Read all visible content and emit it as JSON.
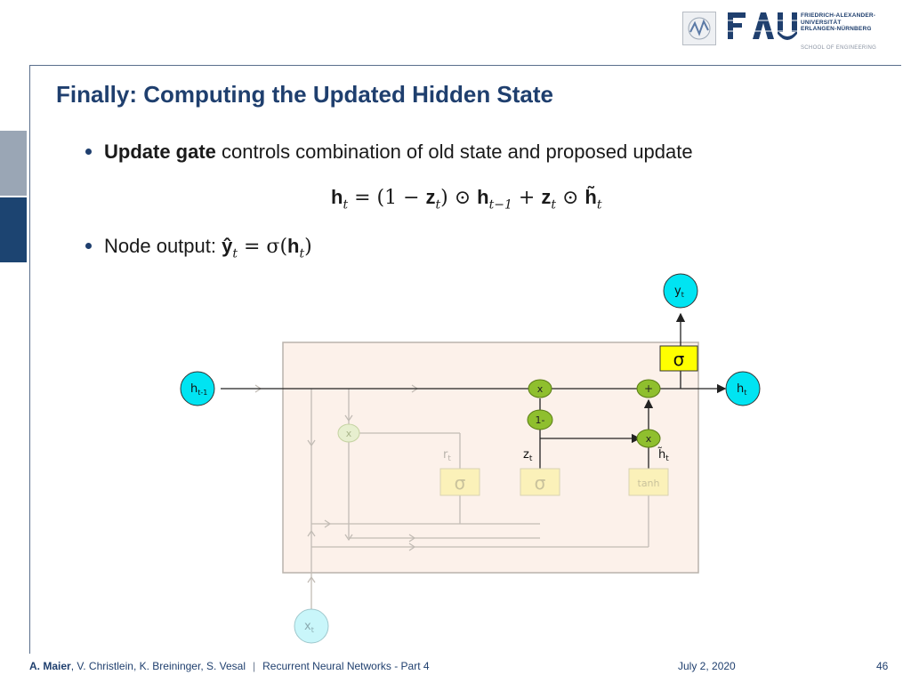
{
  "header": {
    "logo_lines": [
      "FRIEDRICH-ALEXANDER-",
      "UNIVERSITÄT",
      "ERLANGEN-NÜRNBERG"
    ],
    "school": "SCHOOL OF ENGINEERING"
  },
  "slide": {
    "title": "Finally: Computing the Updated Hidden State",
    "bullet1_bold": "Update gate",
    "bullet1_rest": " controls combination of old state and proposed update",
    "bullet2_label": "Node output: "
  },
  "diagram": {
    "h_prev": "h",
    "h_prev_sub": "t-1",
    "h_out": "h",
    "h_out_sub": "t",
    "y": "y",
    "y_sub": "t",
    "x": "x",
    "x_sub": "t",
    "r_label": "r",
    "r_sub": "t",
    "z_label": "z",
    "z_sub": "t",
    "h_tilde": "h̃",
    "h_tilde_sub": "t",
    "sigma": "σ",
    "tanh": "tanh",
    "mult": "x",
    "plus": "+",
    "one_minus": "1-",
    "colors": {
      "state": "#00e4f2",
      "gate": "#8fbf2e",
      "sigma_box": "#ffff00",
      "box_fill": "#fcf1ea"
    }
  },
  "footer": {
    "authors_bold": "A. Maier",
    "authors_rest": ", V. Christlein, K. Breininger, S. Vesal",
    "sep": "|",
    "course": "Recurrent Neural Networks - Part 4",
    "date": "July 2, 2020",
    "page": "46"
  }
}
